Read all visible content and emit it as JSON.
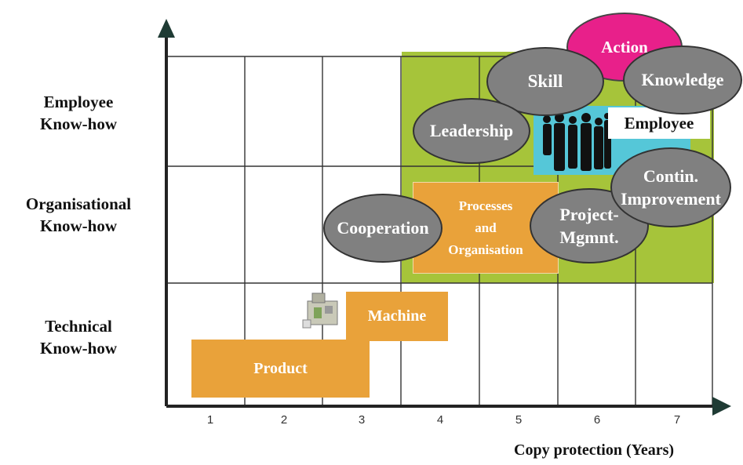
{
  "y_axis": {
    "levels": [
      {
        "line1": "Employee",
        "line2": "Know-how"
      },
      {
        "line1": "Organisational",
        "line2": "Know-how"
      },
      {
        "line1": "Technical",
        "line2": "Know-how"
      }
    ]
  },
  "x_axis": {
    "ticks": [
      "1",
      "2",
      "3",
      "4",
      "5",
      "6",
      "7"
    ],
    "title": "Copy protection (Years)"
  },
  "boxes": {
    "product": "Product",
    "machine": "Machine",
    "processes": {
      "line1": "Processes",
      "line2": "and",
      "line3": "Organisation"
    },
    "employee": "Employee"
  },
  "ellipses": {
    "action": "Action",
    "skill": "Skill",
    "knowledge": "Knowledge",
    "leadership": "Leadership",
    "cooperation": "Cooperation",
    "project": {
      "line1": "Project-",
      "line2": "Mgmnt."
    },
    "contin": {
      "line1": "Contin.",
      "line2": "Improvement"
    }
  },
  "colors": {
    "green_zone": "#a6c43a",
    "orange_box": "#e9a23a",
    "grey_ellipse": "#808080",
    "pink_ellipse": "#e8208a",
    "cyan_panel": "#55c7d8",
    "axis": "#222222"
  },
  "icons": [
    "machine-icon",
    "people-silhouettes-icon"
  ]
}
